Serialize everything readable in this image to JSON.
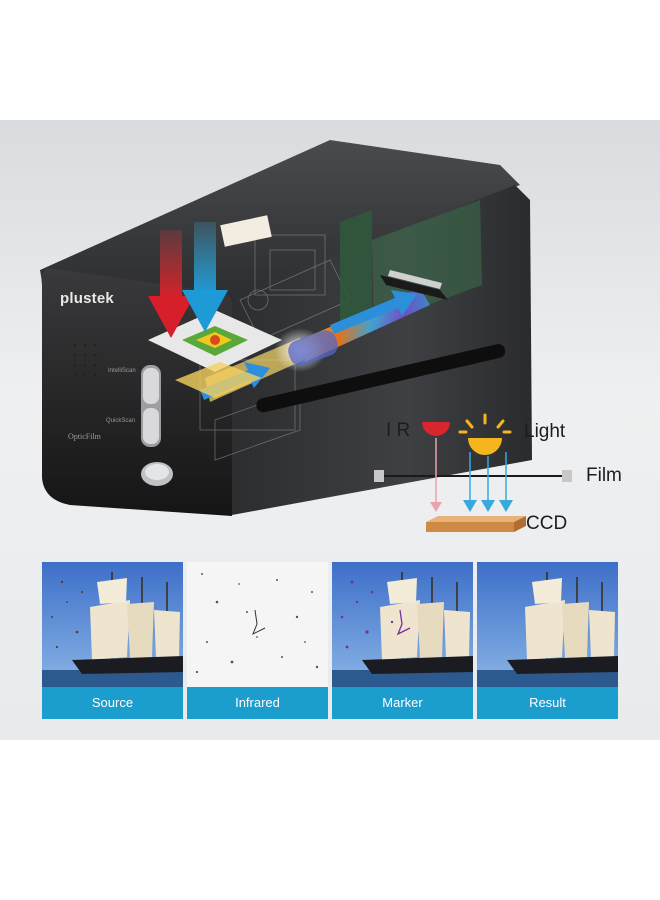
{
  "scanner": {
    "brand": "plustek",
    "button_top": "IntelliScan",
    "button_bottom": "QuickScan",
    "model": "OpticFilm"
  },
  "diagram": {
    "ir_label": "I R",
    "light_label": "Light",
    "film_label": "Film",
    "ccd_label": "CCD"
  },
  "panels": [
    {
      "caption": "Source"
    },
    {
      "caption": "Infrared"
    },
    {
      "caption": "Marker"
    },
    {
      "caption": "Result"
    }
  ],
  "colors": {
    "caption_bar": "#1b9dcd",
    "ir_red": "#d8252e",
    "light_yellow": "#f5b51e",
    "ray_blue": "#39a9dc",
    "ccd": "#cf8a45"
  }
}
